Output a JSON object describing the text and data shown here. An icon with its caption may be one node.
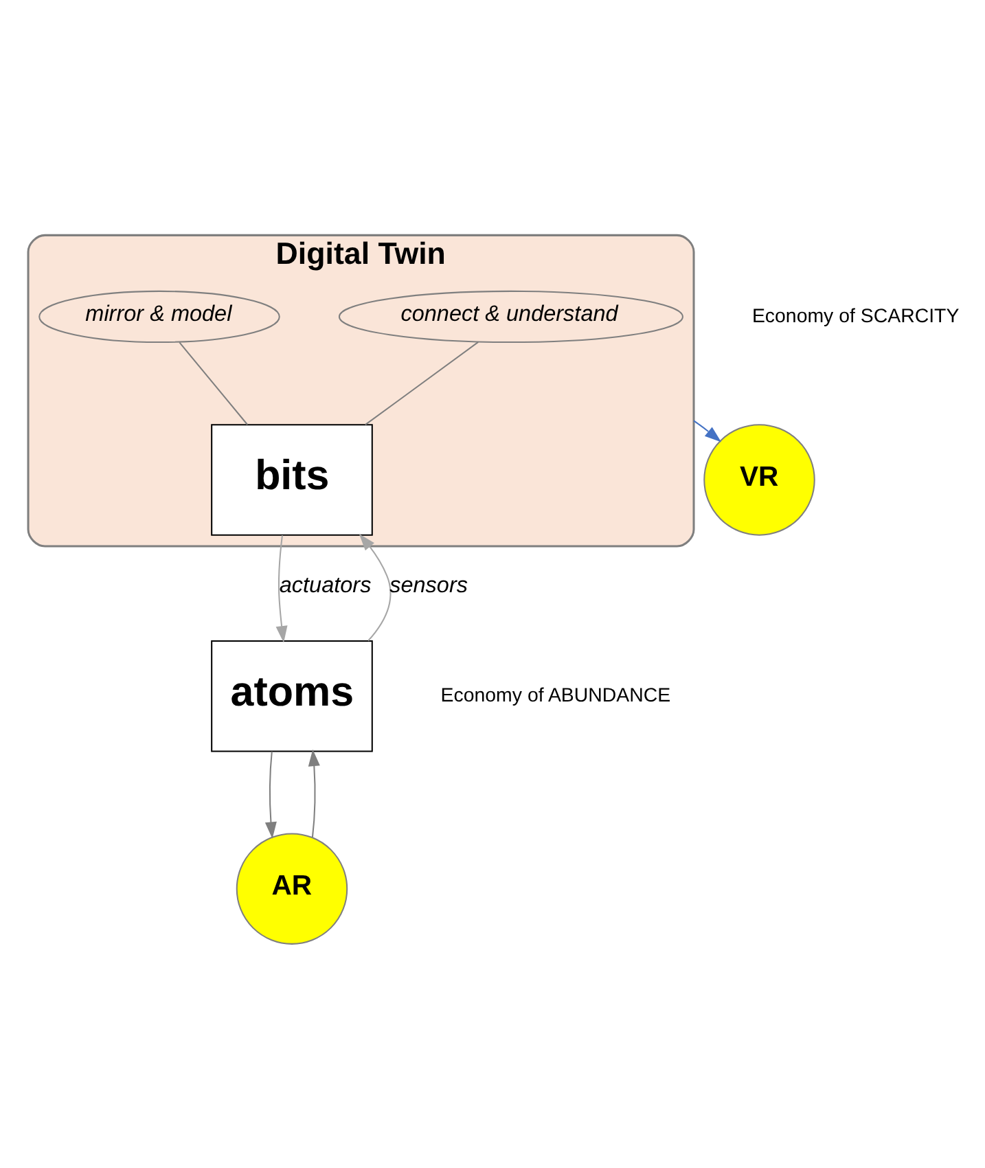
{
  "diagram": {
    "nodes": [
      {
        "text": [
          "Digital Twin"
        ]
      },
      {
        "text": [
          "connect & understand"
        ],
        "in": 0
      },
      {
        "text": [
          "mirror & model"
        ],
        "in": 0
      },
      {
        "text": [
          "bits"
        ],
        "in": 0
      },
      {
        "text": [
          "VR"
        ]
      },
      {
        "text": [
          "AR"
        ]
      },
      {
        "text": [
          "atoms"
        ]
      }
    ],
    "edges": [
      {
        "from": 0,
        "to": 4,
        "arrow": "to",
        "color": "#4472c4"
      },
      {
        "from": 1,
        "to": 3,
        "arrow": "none",
        "color": "#7f7f7f"
      },
      {
        "from": 2,
        "to": 3,
        "arrow": "none",
        "color": "#7f7f7f"
      },
      {
        "from": 6,
        "to": 3,
        "arrow": "to",
        "label": "sensors"
      },
      {
        "from": 3,
        "to": 6,
        "arrow": "to",
        "label": "actuators"
      },
      {
        "from": 6,
        "to": 5,
        "arrow": "to",
        "color": "#7f7f7f"
      },
      {
        "from": 5,
        "to": 6,
        "arrow": "to",
        "color": "#7f7f7f"
      }
    ],
    "labels": [
      "Economy of SCARCITY",
      "Economy of ABUNDANCE"
    ]
  }
}
